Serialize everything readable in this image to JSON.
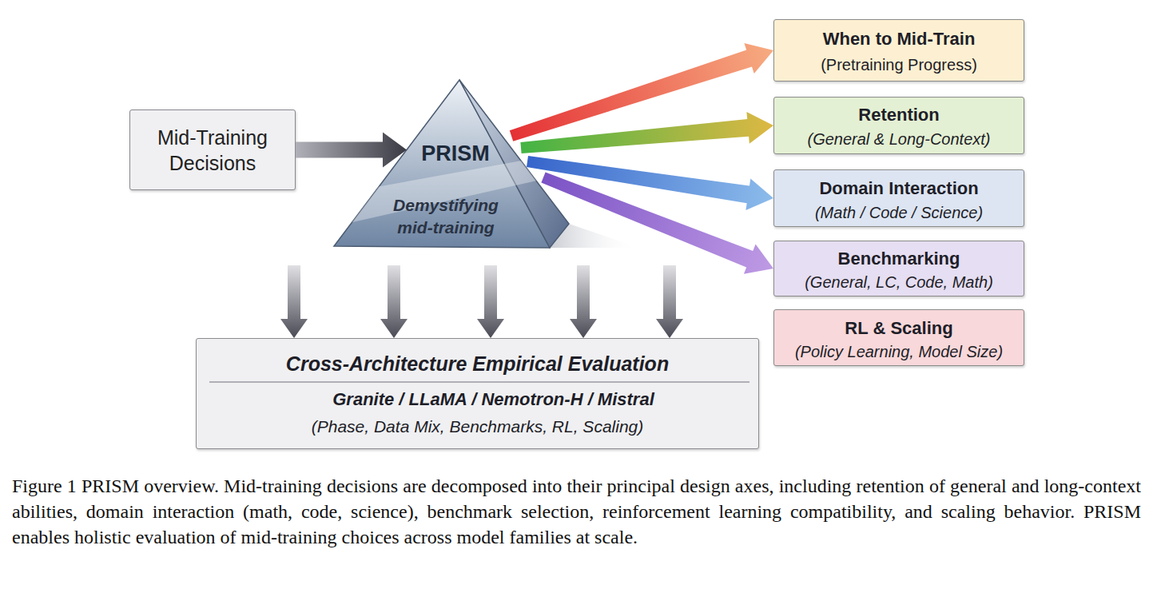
{
  "diagram": {
    "caption": "Figure 1 PRISM overview. Mid-training decisions are decomposed into their principal design axes, including retention of general and long-context abilities, domain interaction (math, code, science), benchmark selection, reinforcement learning compatibility, and scaling behavior. PRISM enables holistic evaluation of mid-training choices across model families at scale.",
    "nodes": [
      {
        "text": [
          "Mid-Training Decisions"
        ]
      },
      {
        "text": [
          "PRISM",
          "Demystifying mid-training"
        ]
      },
      {
        "text": [
          "When to Mid-Train",
          "(Pretraining Progress)"
        ]
      },
      {
        "text": [
          "Retention",
          "(General & Long-Context)"
        ]
      },
      {
        "text": [
          "Domain Interaction",
          "(Math / Code / Science)"
        ]
      },
      {
        "text": [
          "Benchmarking",
          "(General, LC, Code, Math)"
        ]
      },
      {
        "text": [
          "RL & Scaling",
          "(Policy Learning, Model Size)"
        ]
      },
      {
        "text": [
          "Cross-Architecture Empirical Evaluation",
          "Granite / LLaMA / Nemotron-H / Mistral",
          "(Phase, Data Mix, Benchmarks, RL, Scaling)"
        ]
      }
    ],
    "edges": [
      {
        "from": 0,
        "to": 1,
        "arrow": "to"
      },
      {
        "from": 1,
        "to": 2,
        "arrow": "to"
      },
      {
        "from": 1,
        "to": 3,
        "arrow": "to"
      },
      {
        "from": 1,
        "to": 4,
        "arrow": "to"
      },
      {
        "from": 1,
        "to": 5,
        "arrow": "to"
      },
      {
        "from": 1,
        "to": 7,
        "arrow": "to"
      },
      {
        "from": 1,
        "to": 7,
        "arrow": "to"
      },
      {
        "from": 1,
        "to": 7,
        "arrow": "to"
      },
      {
        "from": 1,
        "to": 7,
        "arrow": "to"
      },
      {
        "from": 1,
        "to": 7,
        "arrow": "to"
      }
    ]
  }
}
